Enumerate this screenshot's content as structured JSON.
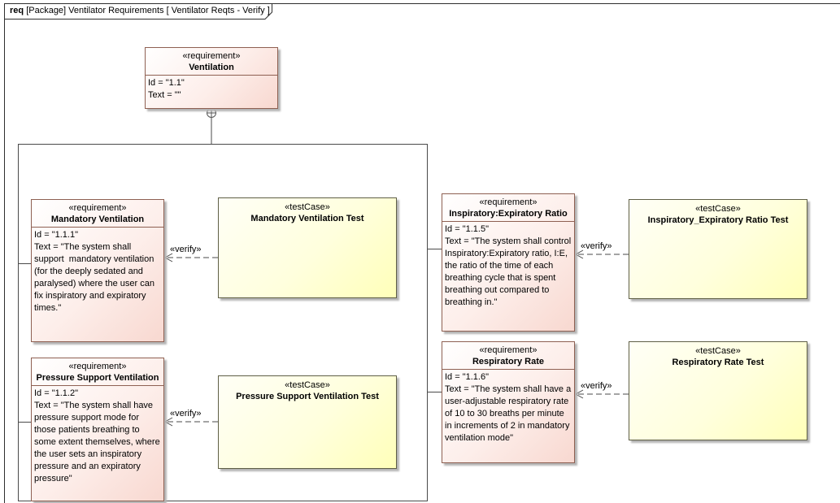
{
  "frame": {
    "kind": "req",
    "title": "[Package] Ventilator Requirements [ Ventilator Reqts - Verify ]"
  },
  "relationship_label": "«verify»",
  "parent_requirement": {
    "stereotype": "«requirement»",
    "name": "Ventilation",
    "id": "Id = \"1.1\"",
    "text": "Text = \"\""
  },
  "requirements": [
    {
      "stereotype": "«requirement»",
      "name": "Mandatory Ventilation",
      "id": "Id = \"1.1.1\"",
      "text": "Text = \"The system shall support  mandatory ventilation (for the deeply sedated and paralysed) where the user can fix inspiratory and expiratory times.\""
    },
    {
      "stereotype": "«requirement»",
      "name": "Pressure Support Ventilation",
      "id": "Id = \"1.1.2\"",
      "text": "Text = \"The system shall have pressure support mode for those patients breathing to some extent themselves, where the user sets an inspiratory pressure and an expiratory pressure\""
    },
    {
      "stereotype": "«requirement»",
      "name": "Inspiratory:Expiratory Ratio",
      "id": "Id = \"1.1.5\"",
      "text": "Text = \"The system shall control Inspiratory:Expiratory ratio, I:E, the ratio of the time of each breathing cycle that is spent breathing out compared to breathing in.\""
    },
    {
      "stereotype": "«requirement»",
      "name": "Respiratory Rate",
      "id": "Id = \"1.1.6\"",
      "text": "Text = \"The system shall have a user-adjustable respiratory rate of 10 to 30 breaths per minute in increments of 2 in mandatory ventilation mode\""
    }
  ],
  "testcases": [
    {
      "stereotype": "«testCase»",
      "name": "Mandatory Ventilation Test"
    },
    {
      "stereotype": "«testCase»",
      "name": "Pressure Support Ventilation Test"
    },
    {
      "stereotype": "«testCase»",
      "name": "Inspiratory_Expiratory Ratio Test"
    },
    {
      "stereotype": "«testCase»",
      "name": "Respiratory Rate Test"
    }
  ],
  "colors": {
    "requirement_border": "#8e6052",
    "requirement_fill": "#f8d8d0",
    "testcase_border": "#5f5f46",
    "testcase_fill": "#ffffb9",
    "connector": "#4a4a4a",
    "shadow": "#b4b4b4"
  }
}
